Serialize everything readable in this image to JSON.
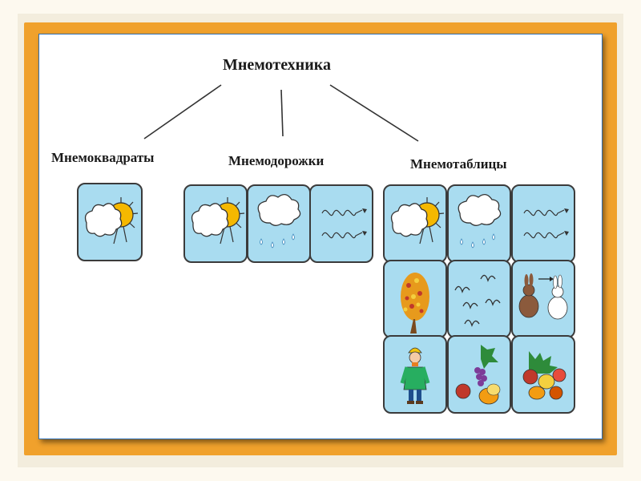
{
  "diagram": {
    "title": "Мнемотехника",
    "branches": [
      {
        "label": "Мнемоквадраты"
      },
      {
        "label": "Мнемодорожки"
      },
      {
        "label": "Мнемотаблицы"
      }
    ]
  },
  "icons": {
    "sun_cloud": "sun-behind-cloud-icon",
    "rain_cloud": "rain-cloud-icon",
    "wind": "wind-icon",
    "autumn_tree": "autumn-tree-icon",
    "birds": "flying-birds-icon",
    "hare": "hare-changing-color-icon",
    "child": "warmly-dressed-child-icon",
    "fruit": "fruit-harvest-icon",
    "vegetables": "vegetable-harvest-icon"
  },
  "colors": {
    "frame": "#f0a12c",
    "tile": "#a9dcf0",
    "sun": "#f5b800",
    "border": "#2f6fb3"
  }
}
